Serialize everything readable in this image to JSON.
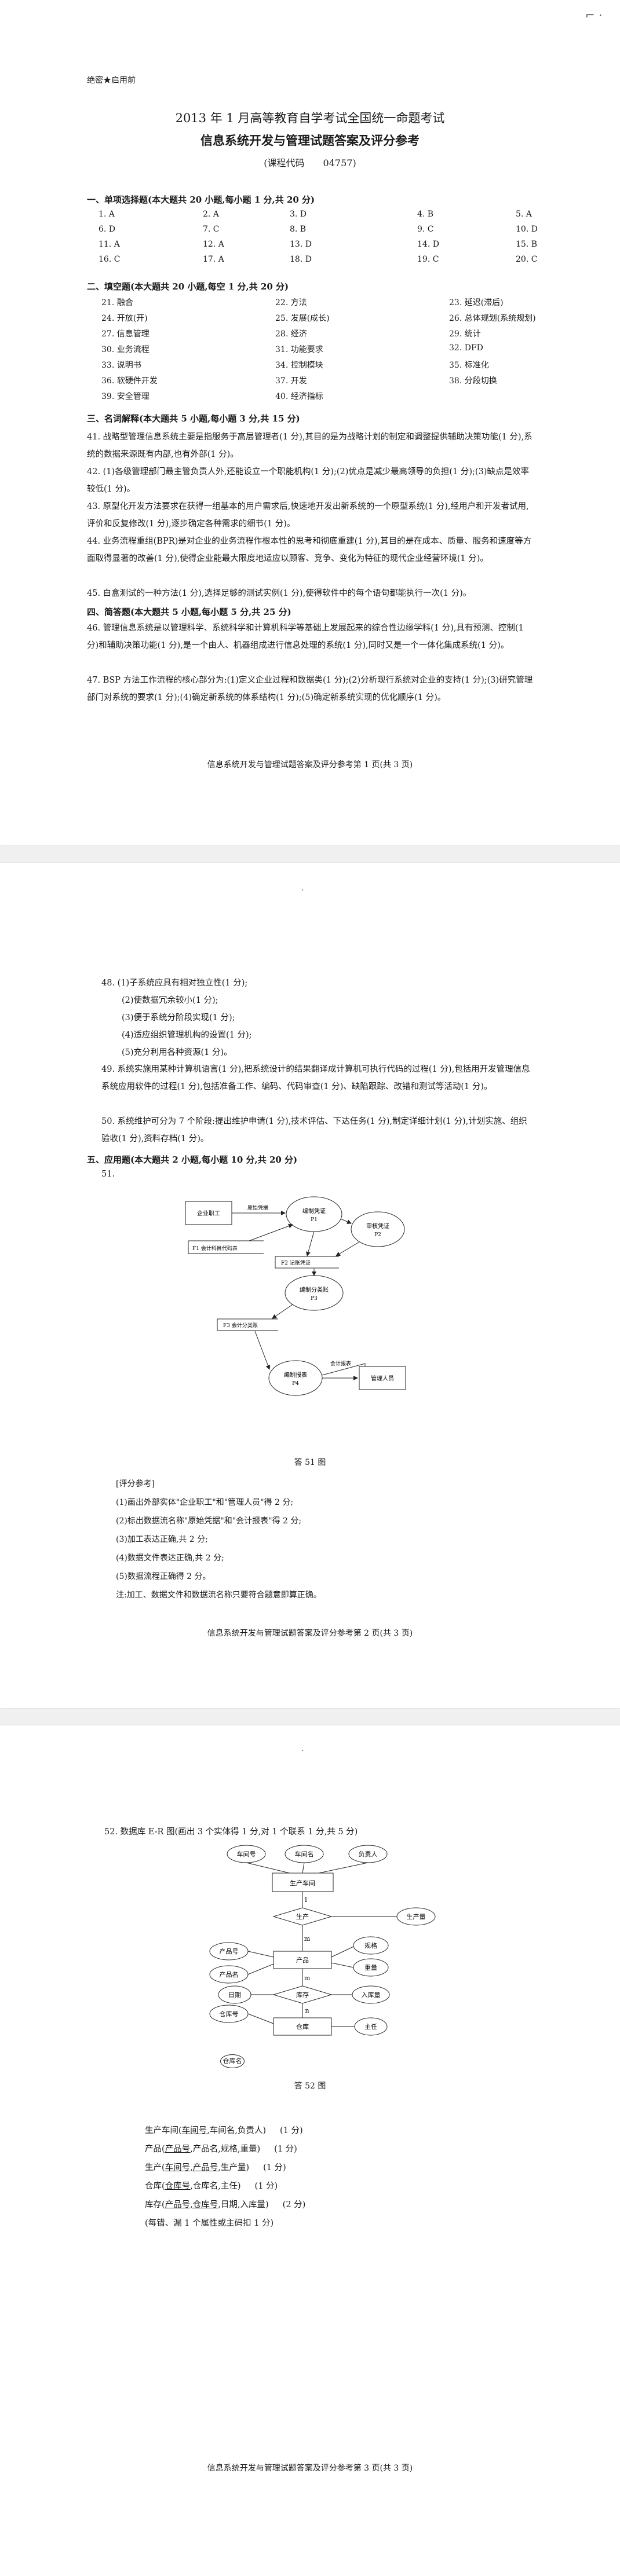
{
  "page1": {
    "confidential": "绝密★启用前",
    "title1": "2013 年 1 月高等教育自学考试全国统一命题考试",
    "title2": "信息系统开发与管理试题答案及评分参考",
    "course_code": "(课程代码　　04757)",
    "sec1_header": "一、单项选择题(本大题共 20 小题,每小题 1 分,共 20 分)",
    "mc_answers": [
      "1. A",
      "2. A",
      "3. D",
      "4. B",
      "5. A",
      "6. D",
      "7. C",
      "8. B",
      "9. C",
      "10. D",
      "11. A",
      "12. A",
      "13. D",
      "14. D",
      "15. B",
      "16. C",
      "17. A",
      "18. D",
      "19. C",
      "20. C"
    ],
    "sec2_header": "二、填空题(本大题共 20 小题,每空 1 分,共 20 分)",
    "fill_answers": [
      "21. 融合",
      "22. 方法",
      "23. 延迟(滞后)",
      "24. 开放(开)",
      "25. 发展(成长)",
      "26. 总体规划(系统规划)",
      "27. 信息管理",
      "28. 经济",
      "29. 统计",
      "30. 业务流程",
      "31. 功能要求",
      "32. DFD",
      "33. 说明书",
      "34. 控制模块",
      "35. 标准化",
      "36. 软硬件开发",
      "37. 开发",
      "38. 分段切换",
      "39. 安全管理",
      "40. 经济指标"
    ],
    "sec3_header": "三、名词解释(本大题共 5 小题,每小题 3 分,共 15 分)",
    "q41": "41. 战略型管理信息系统主要是指服务于高层管理者(1 分),其目的是为战略计划的制定和调整提供辅助决策功能(1 分),系统的数据来源既有内部,也有外部(1 分)。",
    "q42": "42. (1)各级管理部门最主管负责人外,还能设立一个职能机构(1 分);(2)优点是减少最高领导的负担(1 分);(3)缺点是效率较低(1 分)。",
    "q43": "43. 原型化开发方法要求在获得一组基本的用户需求后,快速地开发出新系统的一个原型系统(1 分),经用户和开发者试用,评价和反复修改(1 分),逐步确定各种需求的细节(1 分)。",
    "q44": "44. 业务流程重组(BPR)是对企业的业务流程作根本性的思考和彻底重建(1 分),其目的是在成本、质量、服务和速度等方面取得显著的改善(1 分),使得企业能最大限度地适应以顾客、竞争、变化为特征的现代企业经营环境(1 分)。",
    "q45": "45. 白盒测试的一种方法(1 分),选择足够的测试实例(1 分),使得软件中的每个语句都能执行一次(1 分)。",
    "sec4_header": "四、简答题(本大题共 5 小题,每小题 5 分,共 25 分)",
    "q46": "46. 管理信息系统是以管理科学、系统科学和计算机科学等基础上发展起来的综合性边缘学科(1 分),具有预测、控制(1 分)和辅助决策功能(1 分),是一个由人、机器组成进行信息处理的系统(1 分),同时又是一个一体化集成系统(1 分)。",
    "q47": "47. BSP 方法工作流程的核心部分为:(1)定义企业过程和数据类(1 分);(2)分析现行系统对企业的支持(1 分);(3)研究管理部门对系统的要求(1 分);(4)确定新系统的体系结构(1 分);(5)确定新系统实现的优化顺序(1 分)。",
    "footer": "信息系统开发与管理试题答案及评分参考第 1 页(共 3 页)"
  },
  "page2": {
    "q48_lines": [
      "48. (1)子系统应具有相对独立性(1 分);",
      "(2)使数据冗余较小(1 分);",
      "(3)便于系统分阶段实现(1 分);",
      "(4)适应组织管理机构的设置(1 分);",
      "(5)充分利用各种资源(1 分)。"
    ],
    "q49": "49. 系统实施用某种计算机语言(1 分),把系统设计的结果翻译成计算机可执行代码的过程(1 分),包括用开发管理信息系统应用软件的过程(1 分),包括准备工作、编码、代码审查(1 分)、缺陷跟踪、改错和测试等活动(1 分)。",
    "q50": "50. 系统维护可分为 7 个阶段:提出维护申请(1 分),技术评估、下达任务(1 分),制定详细计划(1 分),计划实施、组织验收(1 分),资料存档(1 分)。",
    "sec5_header": "五、应用题(本大题共 2 小题,每小题 10 分,共 20 分)",
    "q51_label": "51.",
    "dfd": {
      "ext_employee": "企业职工",
      "ext_manager": "管理人员",
      "p1": "编制凭证",
      "p1_id": "P1",
      "p2": "审核凭证",
      "p2_id": "P2",
      "p3": "编制分类账",
      "p3_id": "P3",
      "p4": "编制报表",
      "p4_id": "P4",
      "d1": "F1 会计科目代码表",
      "d2": "F2 记账凭证",
      "d3": "F3 会计分类账",
      "flow1": "原始凭据",
      "flow2": "会计报表"
    },
    "fig_caption": "答 51 图",
    "scoring_title": "[评分参考]",
    "scoring_items": [
      "(1)画出外部实体\"企业职工\"和\"管理人员\"得 2 分;",
      "(2)标出数据流名称\"原始凭据\"和\"会计报表\"得 2 分;",
      "(3)加工表达正确,共 2 分;",
      "(4)数据文件表达正确,共 2 分;",
      "(5)数据流程正确得 2 分。",
      "注:加工、数据文件和数据流名称只要符合题意即算正确。"
    ],
    "footer": "信息系统开发与管理试题答案及评分参考第 2 页(共 3 页)"
  },
  "page3": {
    "q52_header": "52. 数据库 E-R 图(画出 3 个实体得 1 分,对 1 个联系 1 分,共 5 分)",
    "er": {
      "attr_workshop_id": "车间号",
      "attr_workshop_name": "车间名",
      "attr_leader": "负责人",
      "entity_workshop": "生产车间",
      "rel_produce": "生产",
      "attr_quantity": "生产量",
      "card_1": "1",
      "card_m": "m",
      "card_n": "n",
      "attr_product_id": "产品号",
      "attr_product_name": "产品名",
      "entity_product": "产品",
      "attr_spec": "规格",
      "attr_weight": "重量",
      "rel_stock": "库存",
      "attr_date": "日期",
      "attr_in_qty": "入库量",
      "entity_warehouse": "仓库",
      "attr_warehouse_id": "仓库号",
      "attr_warehouse_name": "仓库名",
      "attr_director": "主任"
    },
    "fig_caption": "答 52 图",
    "relations": [
      {
        "pre": "生产车间(",
        "key": "车间号",
        "post": ",车间名,负责人)",
        "score": "(1 分)"
      },
      {
        "pre": "产品(",
        "key": "产品号",
        "post": ",产品名,规格,重量)",
        "score": "(1 分)"
      },
      {
        "pre": "生产(",
        "key": "车间号,产品号",
        "post": ",生产量)",
        "score": "(1 分)"
      },
      {
        "pre": "仓库(",
        "key": "仓库号",
        "post": ",仓库名,主任)",
        "score": "(1 分)"
      },
      {
        "pre": "库存(",
        "key": "产品号,仓库号",
        "post": ",日期,入库量)",
        "score": "(2 分)"
      }
    ],
    "relation_note": "(每错、漏 1 个属性或主码扣 1 分)",
    "footer": "信息系统开发与管理试题答案及评分参考第 3 页(共 3 页)"
  }
}
